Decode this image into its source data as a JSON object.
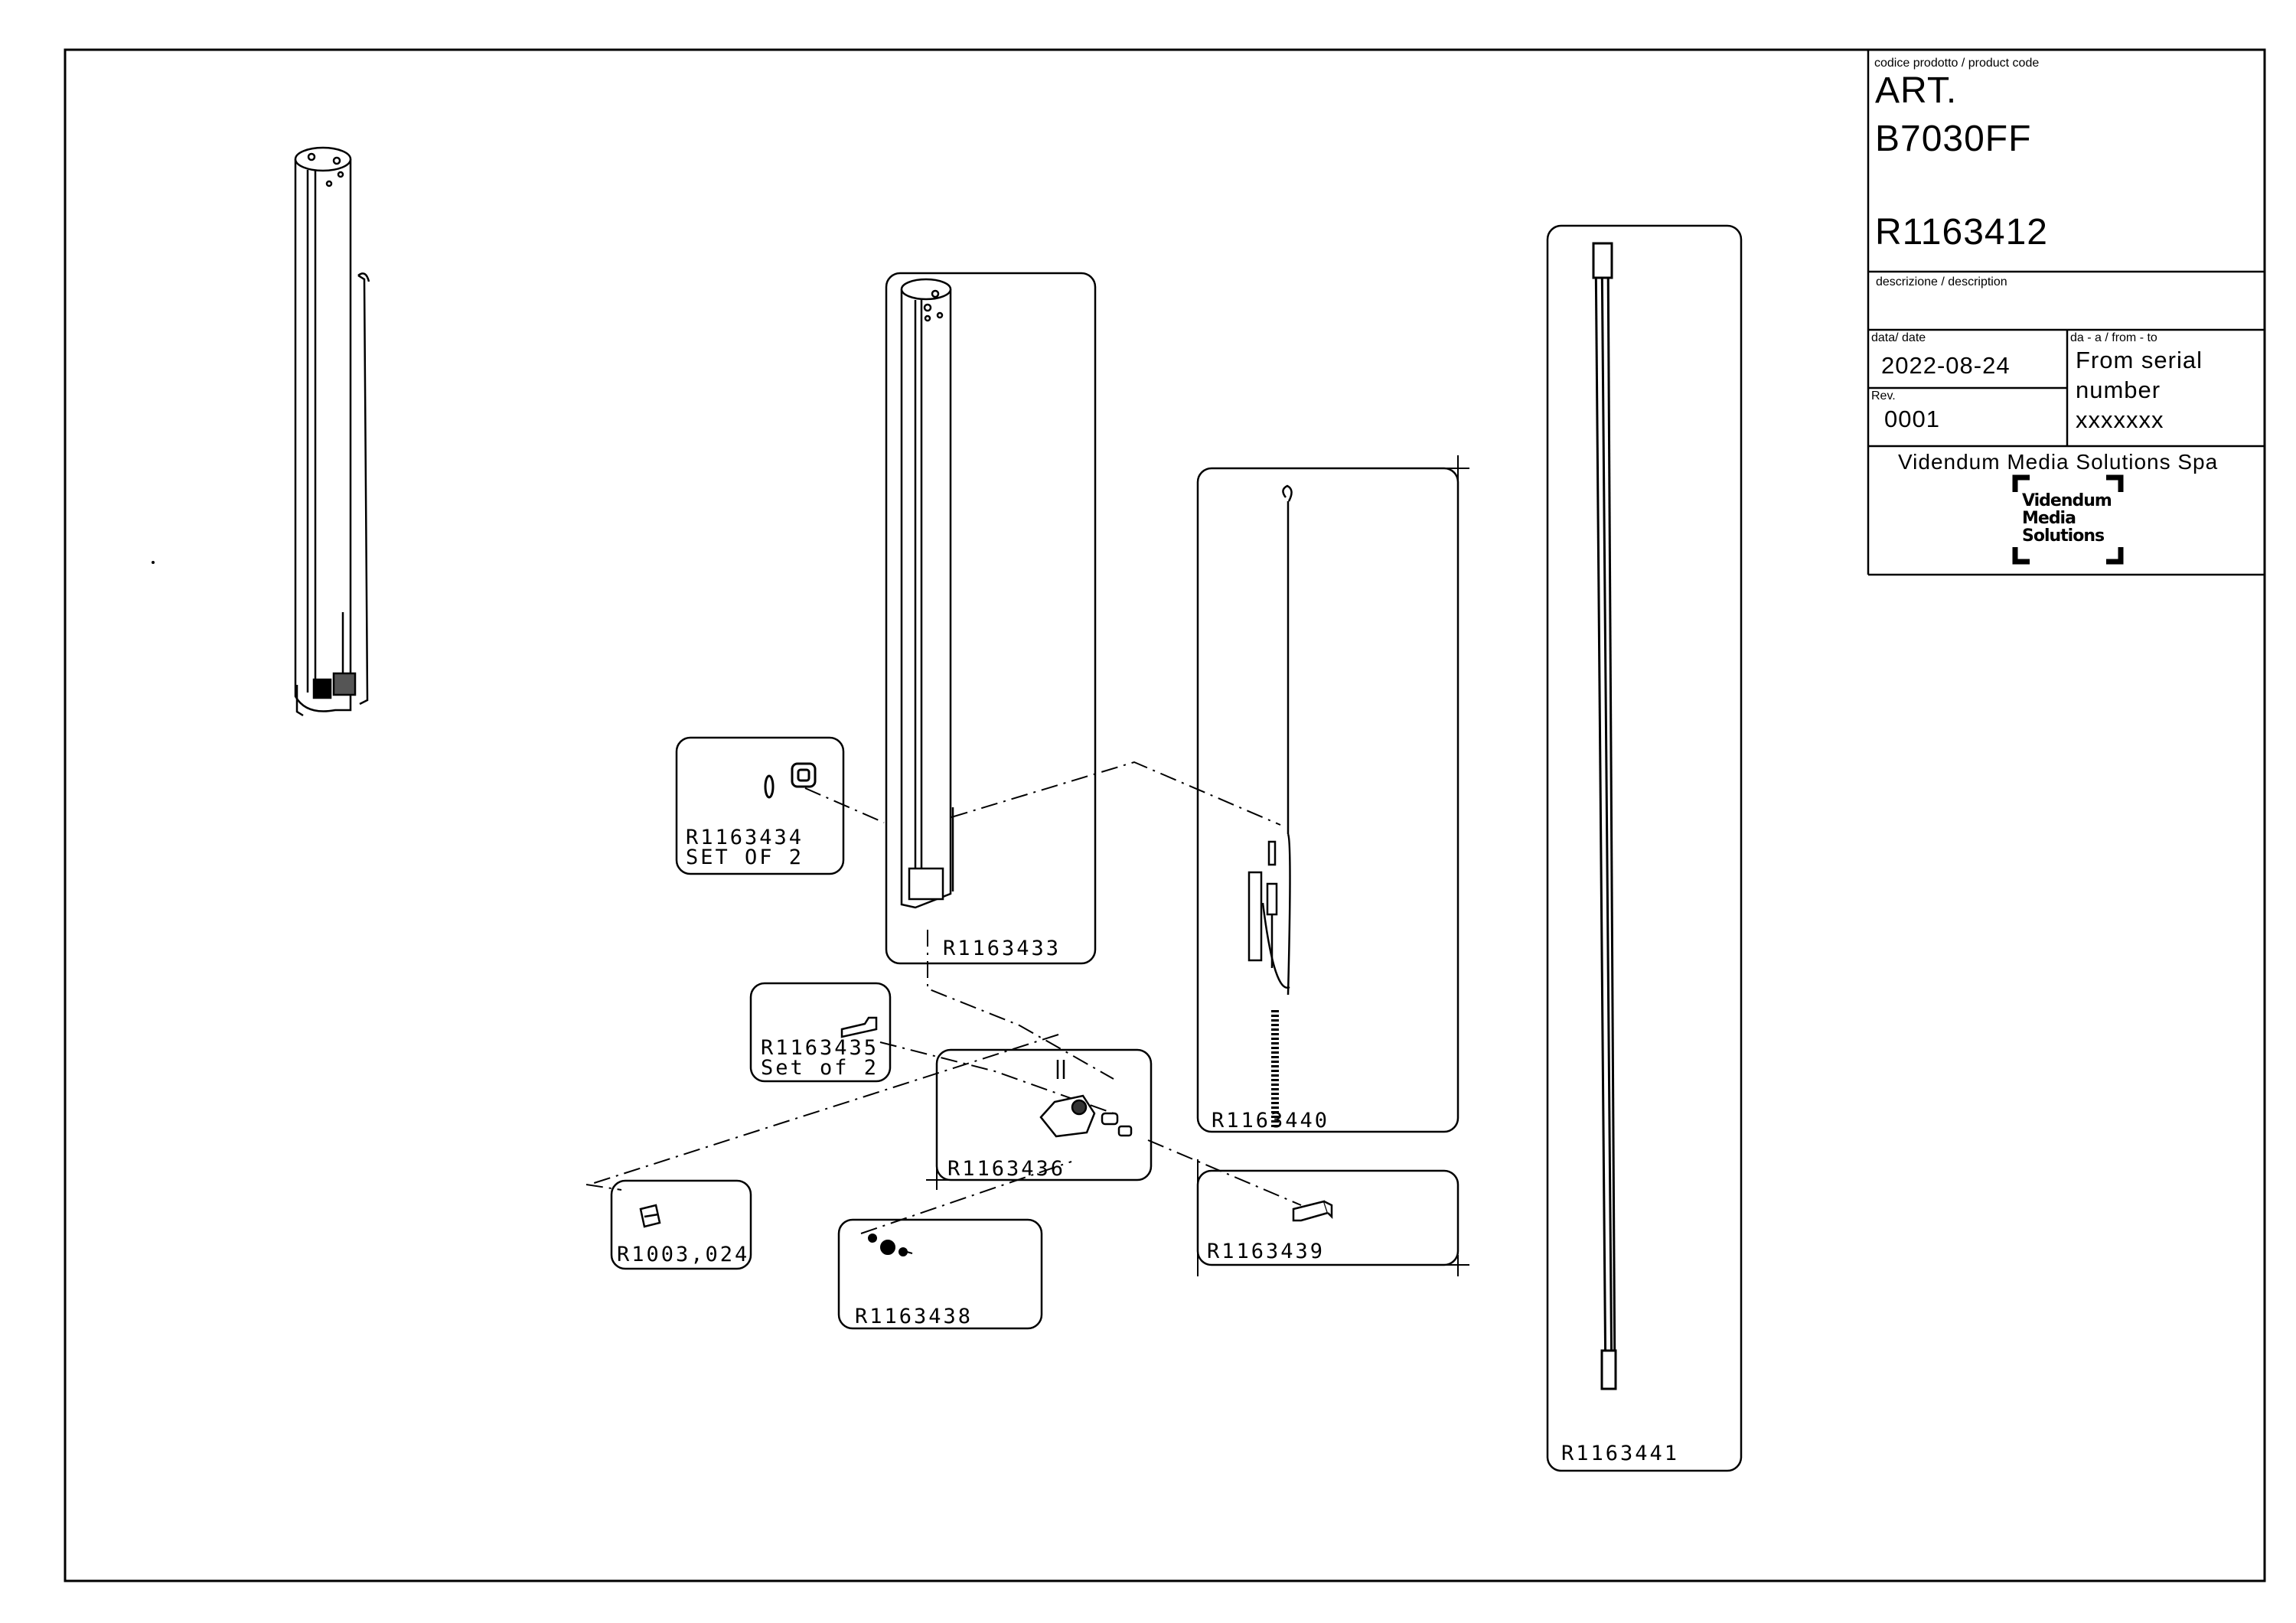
{
  "title_block": {
    "product_code_label": "codice prodotto / product code",
    "art_label": "ART.",
    "art_code": "B7030FF",
    "assembly_code": "R1163412",
    "description_label": "descrizione / description",
    "date_label": "data/ date",
    "date_value": "2022-08-24",
    "rev_label": "Rev.",
    "rev_value": "0001",
    "from_to_label": "da - a / from - to",
    "from_to_lines": [
      "From serial",
      "number",
      "xxxxxxx"
    ],
    "company": "Videndum Media Solutions Spa",
    "logo_words": [
      "Videndum",
      "Media",
      "Solutions"
    ]
  },
  "parts": {
    "p3433": "R1163433",
    "p3434": "R1163434",
    "p3434_note": "SET OF 2",
    "p3435": "R1163435",
    "p3435_note": "Set of 2",
    "p3436": "R1163436",
    "p1003": "R1003,024",
    "p3438": "R1163438",
    "p3439": "R1163439",
    "p3440": "R1163440",
    "p3441": "R1163441"
  }
}
